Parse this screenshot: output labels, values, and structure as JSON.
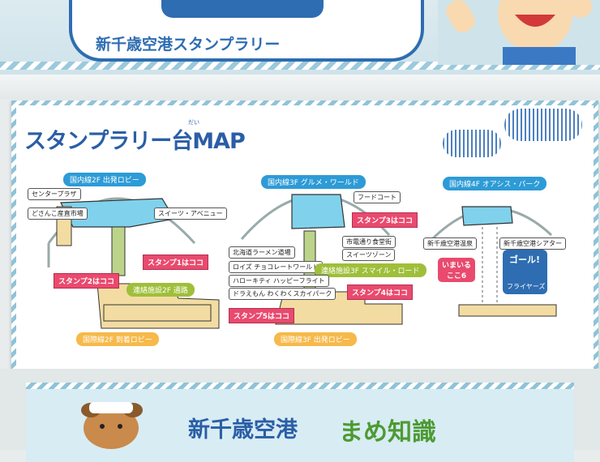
{
  "banner": {
    "title": "新千歳空港スタンプラリー"
  },
  "board": {
    "title": "スタンプラリー台MAP",
    "ruby": "だい"
  },
  "map2f": {
    "floor": "国内線2F 出発ロビー",
    "center_plaza": "センタープラザ",
    "market": "どさんこ産直市場",
    "sweets_avenue": "スイーツ・アベニュー",
    "stamp1": "スタンプ1はココ",
    "stamp2": "スタンプ2はココ",
    "link": "連絡施設2F 通路",
    "intl": "国際線2F 到着ロビー"
  },
  "map3f": {
    "floor": "国内線3F グルメ・ワールド",
    "food_court": "フードコート",
    "stamp3": "スタンプ3はココ",
    "ramen": "北海道ラーメン道場",
    "market_dining": "市電通り食堂街",
    "sweets_zone": "スイーツゾーン",
    "royce": "ロイズ チョコレートワールド",
    "smile_road": "連絡施設3F スマイル・ロード",
    "hellokitty": "ハローキティ ハッピーフライト",
    "doraemon": "ドラえもん わくわくスカイパーク",
    "stamp4": "スタンプ4はココ",
    "stamp5": "スタンプ5はココ",
    "intl": "国際線3F 出発ロビー"
  },
  "map4f": {
    "floor": "国内線4F オアシス・パーク",
    "onsen": "新千歳空港温泉",
    "theater": "新千歳空港シアター",
    "here": "ここ6",
    "here_top": "いまいる",
    "goal": "ゴール!",
    "flyers": "フライヤーズ"
  },
  "bottom": {
    "title_a": "新千歳空港",
    "title_b": "まめ知識"
  },
  "colors": {
    "brand_blue": "#2a5ea6",
    "floor_blue": "#2d9bd6",
    "stamp_pink": "#e94a6e",
    "link_green": "#9fbf3a",
    "intl_orange": "#f6b94a"
  }
}
